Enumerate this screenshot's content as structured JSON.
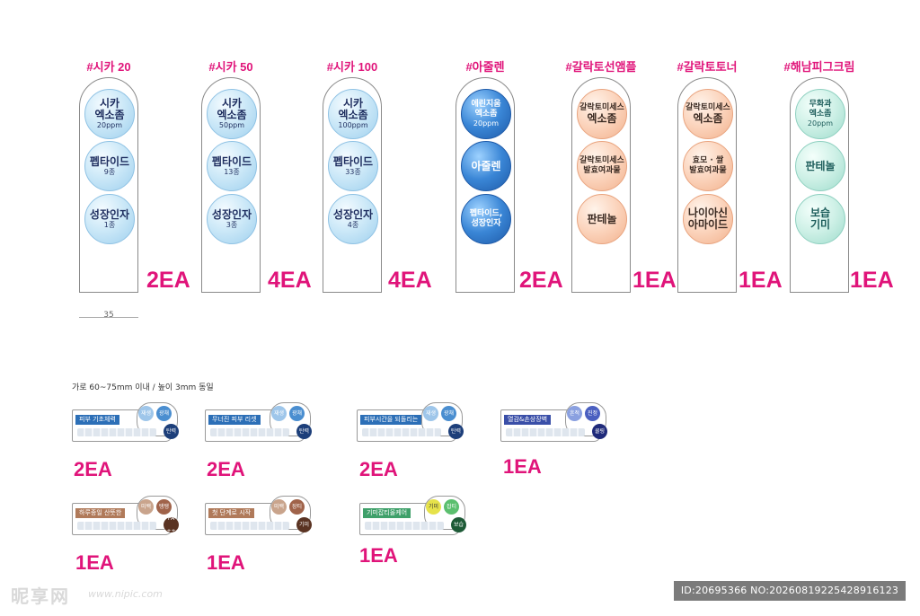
{
  "cards": [
    {
      "tag": "#시카 20",
      "theme": "blue",
      "count": "2EA",
      "circles": [
        {
          "l1": "시카\n엑소좀",
          "l2": "20ppm"
        },
        {
          "l1": "펩타이드",
          "l2": "9종"
        },
        {
          "l1": "성장인자",
          "l2": "1종"
        }
      ]
    },
    {
      "tag": "#시카 50",
      "theme": "blue",
      "count": "4EA",
      "circles": [
        {
          "l1": "시카\n엑소좀",
          "l2": "50ppm"
        },
        {
          "l1": "펩타이드",
          "l2": "13종"
        },
        {
          "l1": "성장인자",
          "l2": "3종"
        }
      ]
    },
    {
      "tag": "#시카 100",
      "theme": "blue",
      "count": "4EA",
      "circles": [
        {
          "l1": "시카\n엑소좀",
          "l2": "100ppm"
        },
        {
          "l1": "펩타이드",
          "l2": "33종"
        },
        {
          "l1": "성장인자",
          "l2": "4종"
        }
      ]
    },
    {
      "tag": "#아줄렌",
      "theme": "dark",
      "count": "2EA",
      "circles": [
        {
          "l1": "에린지움\n엑소좀",
          "l2": "20ppm"
        },
        {
          "l1": "아줄렌",
          "l2": ""
        },
        {
          "l1": "펩타이드,\n성장인자",
          "l2": ""
        }
      ]
    },
    {
      "tag": "#갈락토선앰플",
      "theme": "orange",
      "count": "1EA",
      "circles": [
        {
          "l1": "갈락토미세스\n엑소좀",
          "l2": ""
        },
        {
          "l1": "갈락토미세스\n발효여과물",
          "l2": ""
        },
        {
          "l1": "판테놀",
          "l2": ""
        }
      ]
    },
    {
      "tag": "#갈락토토너",
      "theme": "orange",
      "count": "1EA",
      "circles": [
        {
          "l1": "갈락토미세스\n엑소좀",
          "l2": ""
        },
        {
          "l1": "효모 · 쌀\n발효여과물",
          "l2": ""
        },
        {
          "l1": "나이아신\n아마이드",
          "l2": ""
        }
      ]
    },
    {
      "tag": "#해남피그크림",
      "theme": "mint",
      "count": "1EA",
      "circles": [
        {
          "l1": "무화과\n엑소좀",
          "l2": "20ppm"
        },
        {
          "l1": "판테놀",
          "l2": ""
        },
        {
          "l1": "보습\n기미",
          "l2": ""
        }
      ]
    }
  ],
  "dimension": "35",
  "note": "가로 60~75mm 이내 / 높이 3mm 동일",
  "badges": [
    {
      "label": "피부 기초체력",
      "labelColor": "#2c6fb7",
      "count": "2EA",
      "dots": [
        {
          "t": "재생",
          "c": "#9ec6ea"
        },
        {
          "t": "광채",
          "c": "#4a8ed0"
        },
        {
          "t": "탄력",
          "c": "#1d3f7a"
        }
      ]
    },
    {
      "label": "무너진 피부 리셋",
      "labelColor": "#2c6fb7",
      "count": "2EA",
      "dots": [
        {
          "t": "재생",
          "c": "#9ec6ea"
        },
        {
          "t": "광채",
          "c": "#4a8ed0"
        },
        {
          "t": "탄력",
          "c": "#1d3f7a"
        }
      ]
    },
    {
      "label": "피부시간을 되돌리는",
      "labelColor": "#2c6fb7",
      "count": "2EA",
      "dots": [
        {
          "t": "재생",
          "c": "#9ec6ea"
        },
        {
          "t": "광채",
          "c": "#4a8ed0"
        },
        {
          "t": "탄력",
          "c": "#1d3f7a"
        }
      ]
    },
    {
      "label": "열감&손상장벽",
      "labelColor": "#3a4fa8",
      "count": "1EA",
      "dots": [
        {
          "t": "흔적",
          "c": "#8aa0e0"
        },
        {
          "t": "진정",
          "c": "#4a5fc0"
        },
        {
          "t": "쿨링",
          "c": "#1f2a7a"
        }
      ]
    },
    {
      "label": "하루종일 산뜻한",
      "labelColor": "#b07a5a",
      "count": "1EA",
      "dots": [
        {
          "t": "미백",
          "c": "#c9a48c"
        },
        {
          "t": "탱탱",
          "c": "#a0634a"
        },
        {
          "t": "PA\n++++",
          "c": "#5a3322"
        }
      ]
    },
    {
      "label": "첫 단계로 시작",
      "labelColor": "#b07a5a",
      "count": "1EA",
      "dots": [
        {
          "t": "미백",
          "c": "#c9a48c"
        },
        {
          "t": "장티",
          "c": "#a0634a"
        },
        {
          "t": "기미",
          "c": "#5a3322"
        }
      ]
    },
    {
      "label": "기미잡티올케어",
      "labelColor": "#3fa06a",
      "count": "1EA",
      "dots": [
        {
          "t": "기미",
          "c": "#e6e24a"
        },
        {
          "t": "잡티",
          "c": "#5bbf6e"
        },
        {
          "t": "보습",
          "c": "#1d5a36"
        }
      ]
    }
  ],
  "footer": "ID:20695366 NO:20260819225428916123",
  "watermark": "昵享网",
  "watermark_url": "www.nipic.com",
  "colors": {
    "accent": "#e0147a"
  }
}
